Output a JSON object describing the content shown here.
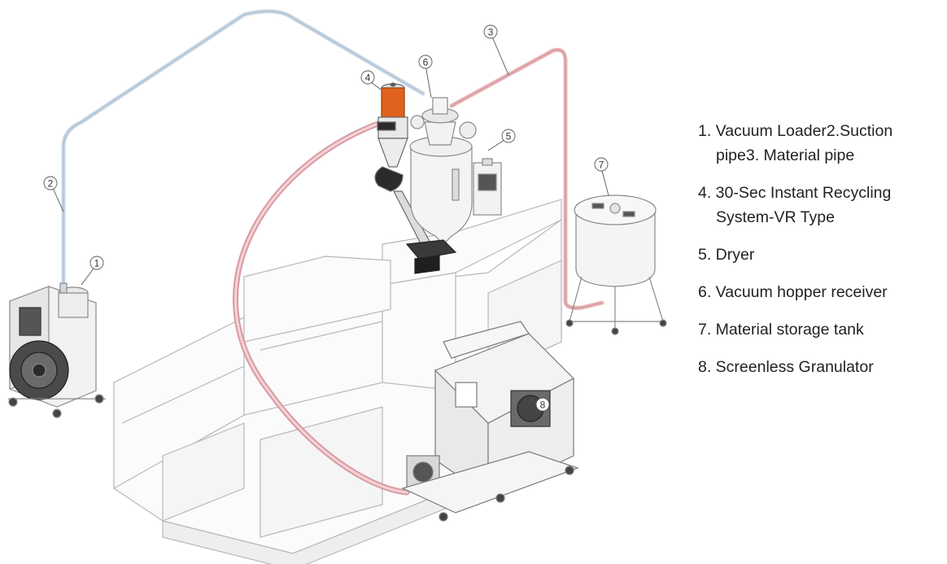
{
  "callouts": [
    "1",
    "2",
    "3",
    "4",
    "5",
    "6",
    "7",
    "8"
  ],
  "legend": {
    "line1": "1. Vacuum Loader2.Suction",
    "line2": "pipe3. Material pipe",
    "line3": "4. 30-Sec Instant Recycling",
    "line4": "System-VR Type",
    "line5": "5. Dryer",
    "line6": "6. Vacuum hopper receiver",
    "line7": "7. Material storage tank",
    "line8": "8. Screenless Granulator"
  },
  "colors": {
    "suction_pipe": "#c9d7e4",
    "material_pipe": "#e8b4b8",
    "recycling_pipe": "#d99aa3",
    "loader_orange": "#e0621c",
    "outline": "#8a8a8a",
    "dark_part": "#2b2b2b"
  }
}
